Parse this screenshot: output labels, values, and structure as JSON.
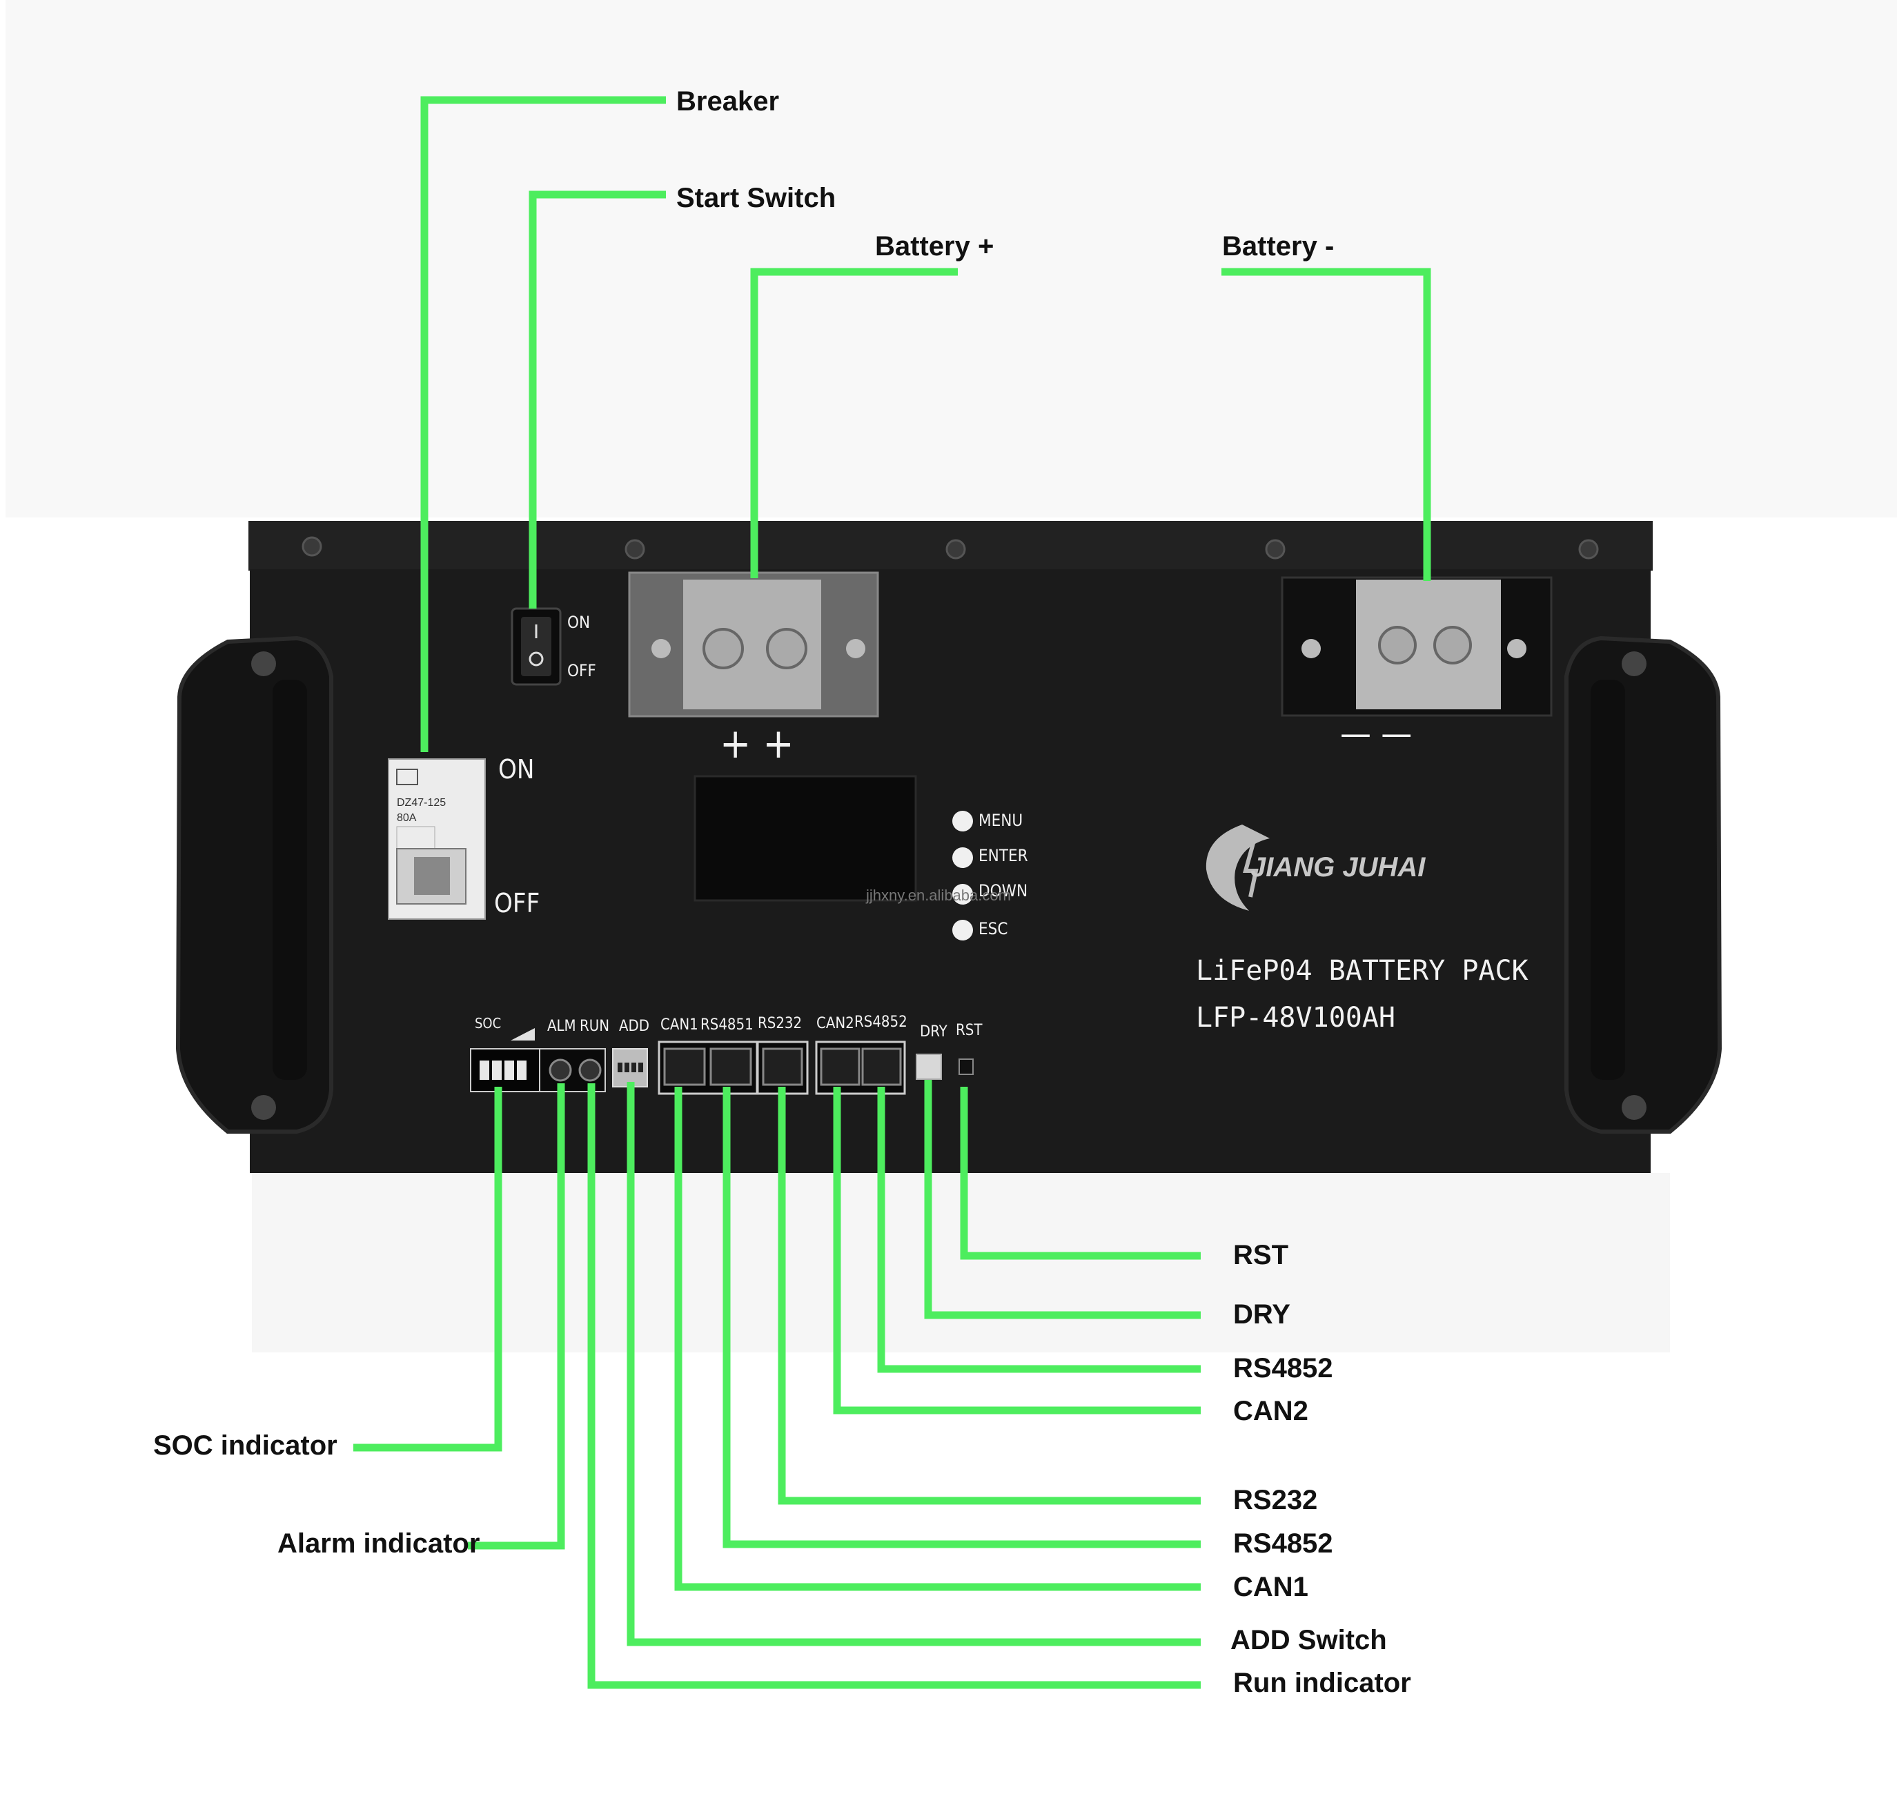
{
  "colors": {
    "leader_line": "#4ded5e",
    "cabinet": "#1b1b1b",
    "panel_text": "#f2f2f2",
    "label_text": "#111111",
    "background": "#ffffff"
  },
  "callouts": {
    "breaker": "Breaker",
    "start_switch": "Start Switch",
    "battery_plus": "Battery +",
    "battery_minus": "Battery -",
    "rst": "RST",
    "dry": "DRY",
    "rs4852_a": "RS4852",
    "can2": "CAN2",
    "rs232": "RS232",
    "rs4852_b": "RS4852",
    "can1": "CAN1",
    "add_switch": "ADD Switch",
    "run_indicator": "Run indicator",
    "soc_indicator": "SOC indicator",
    "alarm_indicator": "Alarm indicator"
  },
  "panel": {
    "switch_on": "ON",
    "switch_off": "OFF",
    "breaker_on": "ON",
    "breaker_off": "OFF",
    "breaker_model": "DZ47-125",
    "breaker_rating": "80A",
    "plus_sign": "+ +",
    "minus_sign": "— —",
    "buttons": [
      "MENU",
      "ENTER",
      "DOWN",
      "ESC"
    ],
    "brand": "JIANG JUHAI",
    "product_line1": "LiFeP04 BATTERY PACK",
    "product_line2": "LFP-48V100AH",
    "watermark": "jjhxny.en.alibaba.com",
    "port_labels": {
      "soc": "SOC",
      "alm": "ALM",
      "run": "RUN",
      "add": "ADD",
      "can1": "CAN1",
      "rs4851": "RS4851",
      "rs232": "RS232",
      "can2": "CAN2",
      "rs4852": "RS4852",
      "dry": "DRY",
      "rst": "RST"
    }
  }
}
